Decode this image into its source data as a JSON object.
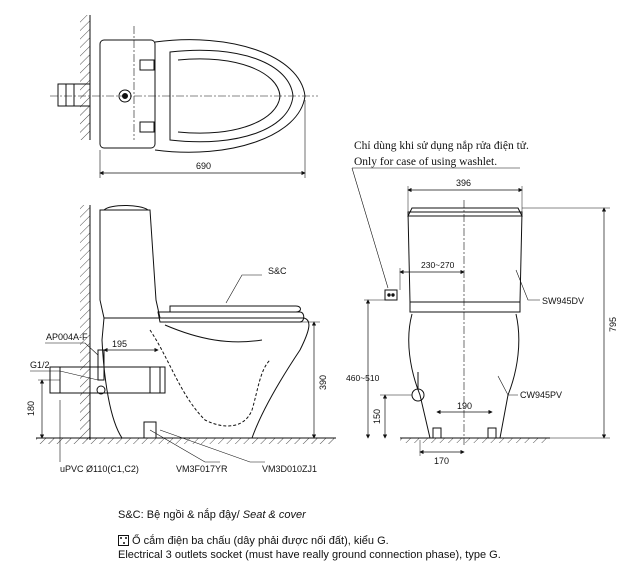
{
  "dimensions": {
    "top_length": "690",
    "front_width": "396",
    "overall_height": "795",
    "bowl_depth": "195",
    "rim_height": "390",
    "inlet_height": "180",
    "outlet_height": "150",
    "washlet_offset": "230~270",
    "inlet_range": "460~510",
    "bolt_spacing": "190",
    "base_width": "170"
  },
  "labels": {
    "seat_cover": "S&C",
    "part_ap": "AP004A-F",
    "part_g": "G1/2",
    "pipe": "uPVC Ø110(C1,C2)",
    "part_vm3f": "VM3F017YR",
    "part_vm3d": "VM3D010ZJ1",
    "tank": "SW945DV",
    "bowl": "CW945PV"
  },
  "note": {
    "line1": "Chỉ dùng khi sử dụng nắp rửa điện tử.",
    "line2": "Only for case of using washlet."
  },
  "legend": {
    "sc_prefix": "S&C: Bệ ngồi & nắp đậy/ ",
    "sc_italic": "Seat & cover",
    "socket_line1": "Ổ cắm điện ba chấu (dây phải được nối đất), kiểu G.",
    "socket_line2": "Electrical 3 outlets socket (must have really ground connection phase), type G."
  }
}
